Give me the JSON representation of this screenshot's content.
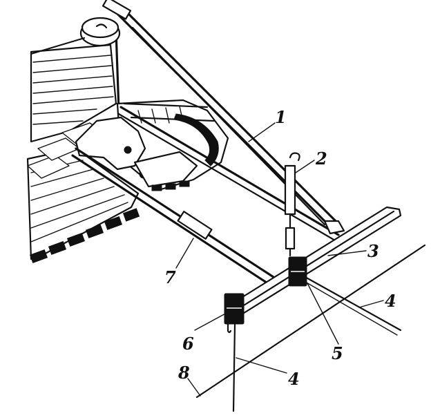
{
  "callouts": [
    {
      "id": "1",
      "text": "1"
    },
    {
      "id": "2",
      "text": "2"
    },
    {
      "id": "3",
      "text": "3"
    },
    {
      "id": "4a",
      "text": "4"
    },
    {
      "id": "4b",
      "text": "4"
    },
    {
      "id": "5",
      "text": "5"
    },
    {
      "id": "6",
      "text": "6"
    },
    {
      "id": "7",
      "text": "7"
    },
    {
      "id": "8",
      "text": "8"
    }
  ],
  "colors": {
    "ink": "#111111",
    "paper": "#ffffff"
  }
}
